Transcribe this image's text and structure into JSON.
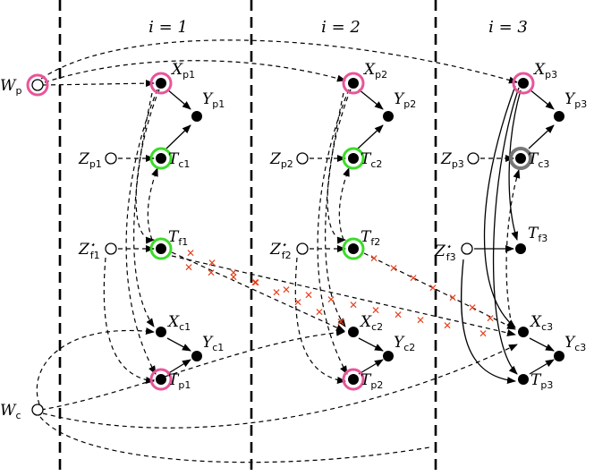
{
  "columns": [
    {
      "title": "i = 1"
    },
    {
      "title": "i = 2"
    },
    {
      "title": "i = 3"
    }
  ],
  "nodes": {
    "Wp": {
      "base": "W",
      "sub": "p"
    },
    "Wc": {
      "base": "W",
      "sub": "c"
    },
    "Xp1": {
      "base": "X",
      "sub": "p1"
    },
    "Yp1": {
      "base": "Y",
      "sub": "p1"
    },
    "Zp1": {
      "base": "Z",
      "sub": "p1"
    },
    "Tc1": {
      "base": "T",
      "sub": "c1"
    },
    "Zf1": {
      "base": "Z",
      "sup": "⋆",
      "sub": "f1"
    },
    "Tf1": {
      "base": "T",
      "sub": "f1"
    },
    "Xc1": {
      "base": "X",
      "sub": "c1"
    },
    "Yc1": {
      "base": "Y",
      "sub": "c1"
    },
    "Tp1": {
      "base": "T",
      "sub": "p1"
    },
    "Xp2": {
      "base": "X",
      "sub": "p2"
    },
    "Yp2": {
      "base": "Y",
      "sub": "p2"
    },
    "Zp2": {
      "base": "Z",
      "sub": "p2"
    },
    "Tc2": {
      "base": "T",
      "sub": "c2"
    },
    "Zf2": {
      "base": "Z",
      "sup": "⋆",
      "sub": "f2"
    },
    "Tf2": {
      "base": "T",
      "sub": "f2"
    },
    "Xc2": {
      "base": "X",
      "sub": "c2"
    },
    "Yc2": {
      "base": "Y",
      "sub": "c2"
    },
    "Tp2": {
      "base": "T",
      "sub": "p2"
    },
    "Xp3": {
      "base": "X",
      "sub": "p3"
    },
    "Yp3": {
      "base": "Y",
      "sub": "p3"
    },
    "Zp3": {
      "base": "Z",
      "sub": "p3"
    },
    "Tc3": {
      "base": "T",
      "sub": "c3"
    },
    "Zf3": {
      "base": "Z",
      "sup": "⋆",
      "sub": "f3"
    },
    "Tf3": {
      "base": "T",
      "sub": "f3"
    },
    "Xc3": {
      "base": "X",
      "sub": "c3"
    },
    "Yc3": {
      "base": "Y",
      "sub": "c3"
    },
    "Tp3": {
      "base": "T",
      "sub": "p3"
    }
  },
  "colors": {
    "pink_ring": "#e8559a",
    "green_ring": "#3ddc2a",
    "gray_ring": "#777777",
    "cross": "#e8401c"
  }
}
